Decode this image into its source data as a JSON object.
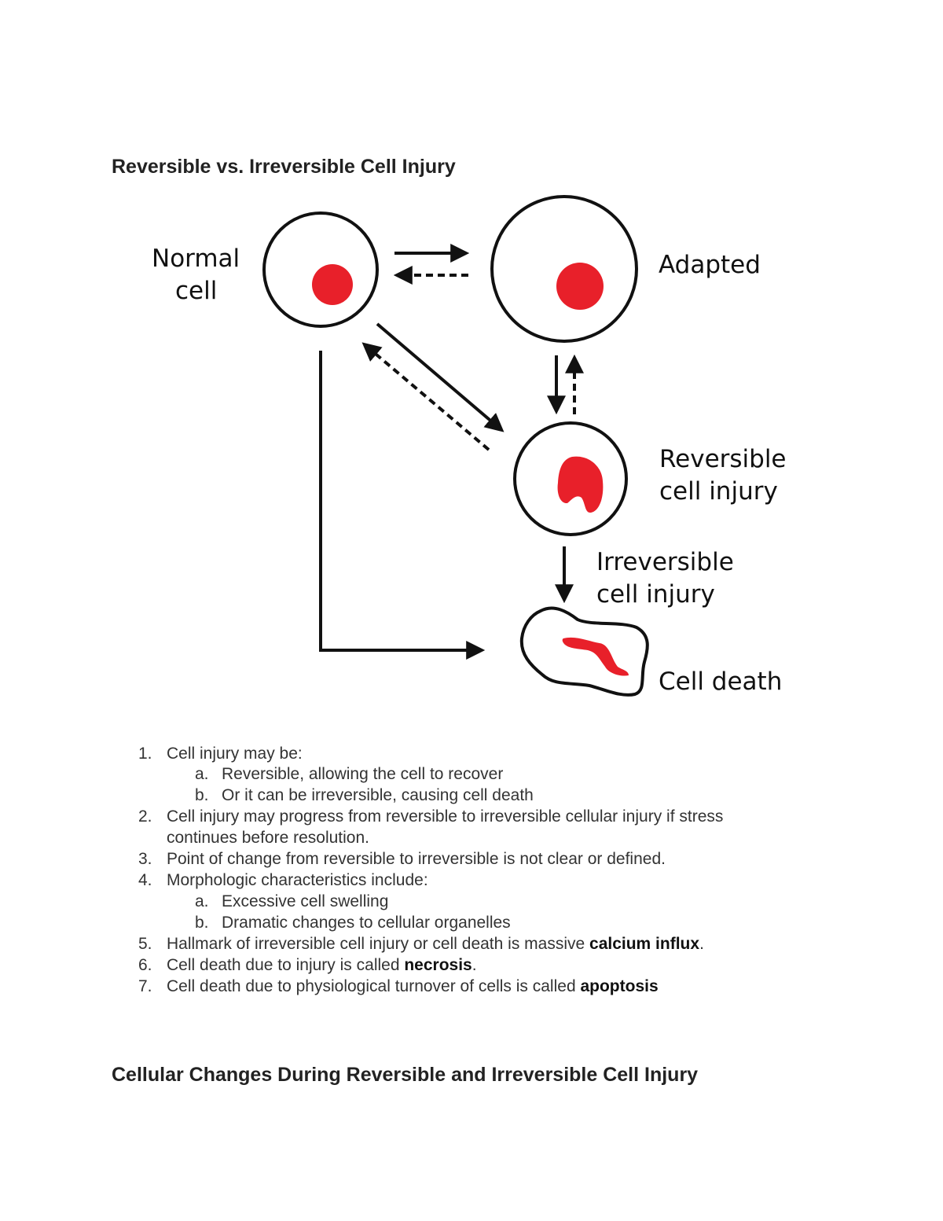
{
  "headings": {
    "section1": "Reversible vs. Irreversible Cell Injury",
    "section2": "Cellular Changes During Reversible and Irreversible Cell Injury"
  },
  "diagram": {
    "labels": {
      "normal_line1": "Normal",
      "normal_line2": "cell",
      "adapted": "Adapted",
      "reversible_line1": "Reversible",
      "reversible_line2": "cell injury",
      "irreversible_line1": "Irreversible",
      "irreversible_line2": "cell injury",
      "cell_death": "Cell death"
    },
    "colors": {
      "nucleus": "#e8202a",
      "outline": "#111111"
    }
  },
  "list": {
    "item1": {
      "num": "1.",
      "text": "Cell injury may be:"
    },
    "item1a": {
      "num": "a.",
      "text": "Reversible, allowing the cell to recover"
    },
    "item1b": {
      "num": "b.",
      "text": "Or it can be irreversible, causing cell death"
    },
    "item2": {
      "num": "2.",
      "text_line1": "Cell injury may progress from reversible to irreversible cellular injury if stress",
      "text_line2": "continues before resolution."
    },
    "item3": {
      "num": "3.",
      "text": "Point of change from reversible to irreversible is not clear or defined."
    },
    "item4": {
      "num": "4.",
      "text": "Morphologic characteristics include:"
    },
    "item4a": {
      "num": "a.",
      "text": "Excessive cell swelling"
    },
    "item4b": {
      "num": "b.",
      "text": "Dramatic changes to cellular organelles"
    },
    "item5": {
      "num": "5.",
      "text": "Hallmark of irreversible cell injury or cell death is massive ",
      "bold": "calcium influx",
      "tail": "."
    },
    "item6": {
      "num": "6.",
      "text": "Cell death due to injury is called ",
      "bold": "necrosis",
      "tail": "."
    },
    "item7": {
      "num": "7.",
      "text": "Cell death due to physiological turnover of cells is called ",
      "bold": "apoptosis"
    }
  }
}
